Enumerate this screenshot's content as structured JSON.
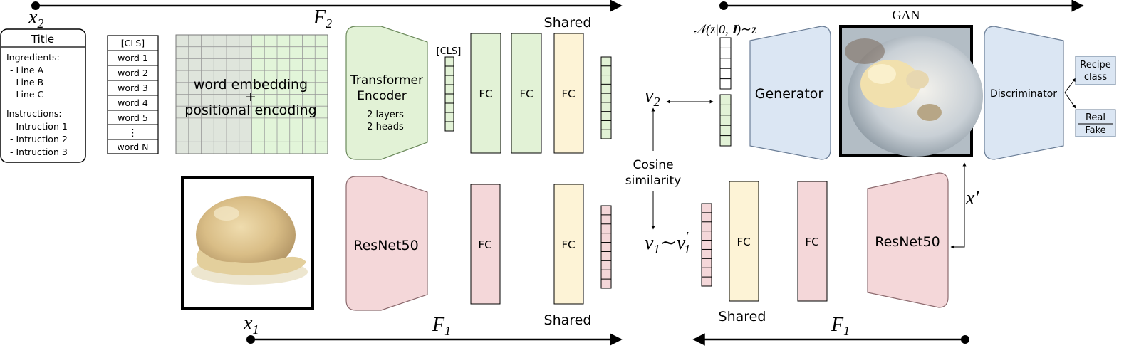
{
  "recipe": {
    "title": "Title",
    "ingredients_header": "Ingredients:",
    "ingredients": [
      "- Line A",
      "- Line B",
      "- Line C"
    ],
    "instructions_header": "Instructions:",
    "instructions": [
      "- Intruction 1",
      "- Intruction 2",
      "- Intruction 3"
    ]
  },
  "tokens": [
    "[CLS]",
    "word 1",
    "word 2",
    "word 3",
    "word 4",
    "word 5",
    "⋮",
    "word N"
  ],
  "embedding": {
    "line1": "word embedding",
    "plus": "+",
    "line2": "positional encoding"
  },
  "transformer": {
    "title1": "Transformer",
    "title2": "Encoder",
    "sub1": "2 layers",
    "sub2": "2 heads"
  },
  "cls_label": "[CLS]",
  "fc": "FC",
  "resnet": "ResNet50",
  "shared": "Shared",
  "gan": "GAN",
  "noise": "𝒩(z|0, 𝐈)∼z",
  "generator": "Generator",
  "discriminator": "Discriminator",
  "recipe_class": {
    "line1": "Recipe",
    "line2": "class"
  },
  "real_fake": {
    "line1": "Real",
    "line2": "Fake"
  },
  "cosine": {
    "line1": "Cosine",
    "line2": "similarity"
  },
  "math": {
    "x2": "x",
    "x2_sub": "2",
    "x1": "x",
    "x1_sub": "1",
    "F2": "F",
    "F2_sub": "2",
    "F1": "F",
    "F1_sub": "1",
    "v2": "v",
    "v2_sub": "2",
    "v1": "v",
    "v1_sub": "1",
    "tilde": "∼",
    "v1p": "v",
    "v1p_prime": "′",
    "v1p_sub": "1",
    "xprime": "x′"
  },
  "colors": {
    "green": "#e2f2d6",
    "green_stroke": "#6c8a5c",
    "red": "#f4d7d9",
    "red_stroke": "#8c6a6e",
    "yellow": "#fdf3d6",
    "yellow_stroke": "#8c8462",
    "blue": "#dbe6f3",
    "blue_stroke": "#6a7d96",
    "grid_gray": "#dfe5dc",
    "grid_green": "#e2f5d9"
  }
}
